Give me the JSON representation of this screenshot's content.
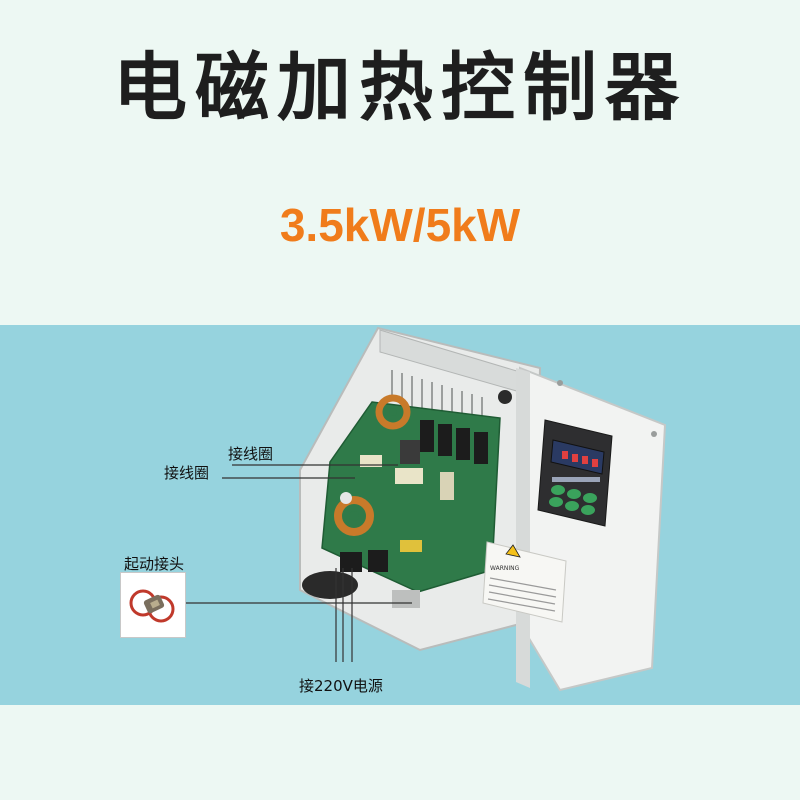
{
  "title": "电磁加热控制器",
  "power_rating": "3.5kW/5kW",
  "annotations": {
    "coil_1": "接线圈",
    "coil_2": "接线圈",
    "start_connector": "起动接头",
    "power_input": "接220V电源"
  },
  "panel": {
    "warning_heading": "WARNING"
  },
  "colors": {
    "background": "#edf8f3",
    "band": "#96d3de",
    "accent": "#f07c1b",
    "display": "#2a3a63",
    "buttons": "#3aa35c"
  }
}
